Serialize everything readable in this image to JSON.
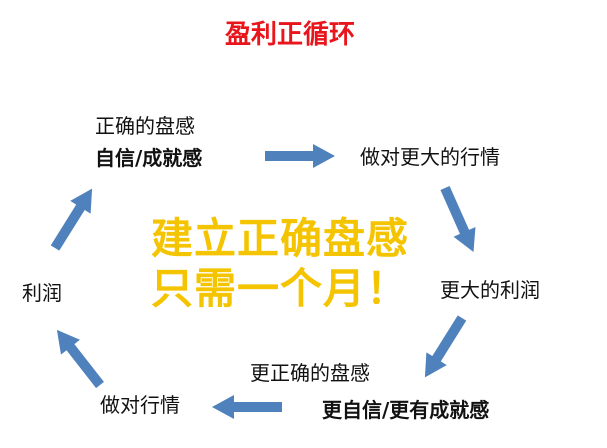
{
  "title": "盈利正循环",
  "nodes": {
    "top_left_line1": "正确的盘感",
    "top_left_line2": "自信/成就感",
    "top_right": "做对更大的行情",
    "right": "更大的利润",
    "bottom_right_line1": "更正确的盘感",
    "bottom_right_line2": "更自信/更有成就感",
    "bottom_left": "做对行情",
    "left": "利润"
  },
  "center": {
    "line1": "建立正确盘感",
    "line2": "只需一个月！"
  },
  "colors": {
    "title": "#e8161c",
    "center": "#f5c400",
    "arrow": "#4f81bd"
  }
}
